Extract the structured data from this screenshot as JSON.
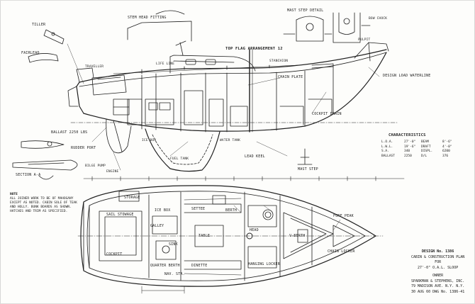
{
  "drawing": {
    "top_label": "TOP FLAG ARRANGEMENT 12",
    "stem_label": "STEM HEAD FITTING",
    "fairlead_label": "FAIRLEAD",
    "rudder_label": "RUDDER PORT",
    "cockpit_label": "COCKPIT DRAIN",
    "waterline_label": "DESIGN LOAD WATERLINE",
    "keel_label": "LEAD KEEL",
    "ballast_label": "BALLAST 2250 LBS",
    "mast_step_label": "MAST STEP",
    "chain_label": "CHAIN PLATE",
    "detail_label": "SECTION A-A",
    "tiller_label": "TILLER",
    "frame_label": "MAST STEP DETAIL"
  },
  "plan_labels": {
    "sail_stowage": "SAIL STOWAGE",
    "quarter_berth": "QUARTER BERTH",
    "galley": "GALLEY",
    "icebox": "ICE BOX",
    "sink": "SINK",
    "dinette": "DINETTE",
    "table": "TABLE",
    "settee": "SETTEE",
    "head": "HEAD",
    "hanging_locker": "HANGING LOCKER",
    "vberth": "V-BERTH",
    "chain_locker": "CHAIN LOCKER",
    "forepeak": "FORE PEAK",
    "cockpit": "COCKPIT",
    "nav": "NAV. STA.",
    "storage": "STORAGE",
    "berth": "BERTH"
  },
  "characteristics": {
    "title": "CHARACTERISTICS",
    "rows": [
      {
        "k": "L.O.A.",
        "v": "27'-0\"",
        "k2": "BEAM",
        "v2": "8'-6\""
      },
      {
        "k": "L.W.L.",
        "v": "19'-6\"",
        "k2": "DRAFT",
        "v2": "4'-0\""
      },
      {
        "k": "S.A.",
        "v": "340",
        "k2": "DISPL.",
        "v2": "6200"
      },
      {
        "k": "BALLAST",
        "v": "2250",
        "k2": "D/L",
        "v2": "376"
      }
    ]
  },
  "title_block": {
    "line1": "DESIGN No. 1386",
    "line2": "CABIN & CONSTRUCTION PLAN",
    "line3": "FOR",
    "line4": "27'-0\" O.A.L. SLOOP",
    "owner": "OWNER",
    "firm1": "SPARKMAN & STEPHENS, INC.",
    "firm2": "79 MADISON AVE. N.Y. N.Y.",
    "date": "30 AUG 60  DWG No. 1386-41"
  },
  "notes": {
    "heading": "NOTE",
    "lines": [
      "ALL JOINER WORK TO BE OF MAHOGANY",
      "EXCEPT AS NOTED. CABIN SOLE OF TEAK",
      "AND HOLLY. BUNK BOARDS AS SHOWN.",
      "HATCHES AND TRIM AS SPECIFIED."
    ]
  },
  "callouts": {
    "c1": "PULPIT",
    "c2": "BOW CHOCK",
    "c3": "LIFE LINE",
    "c4": "STANCHION",
    "c5": "TRAVELLER",
    "c6": "ENGINE",
    "c7": "FUEL TANK",
    "c8": "WATER TANK",
    "c9": "ICE BOX",
    "c10": "BILGE PUMP"
  }
}
